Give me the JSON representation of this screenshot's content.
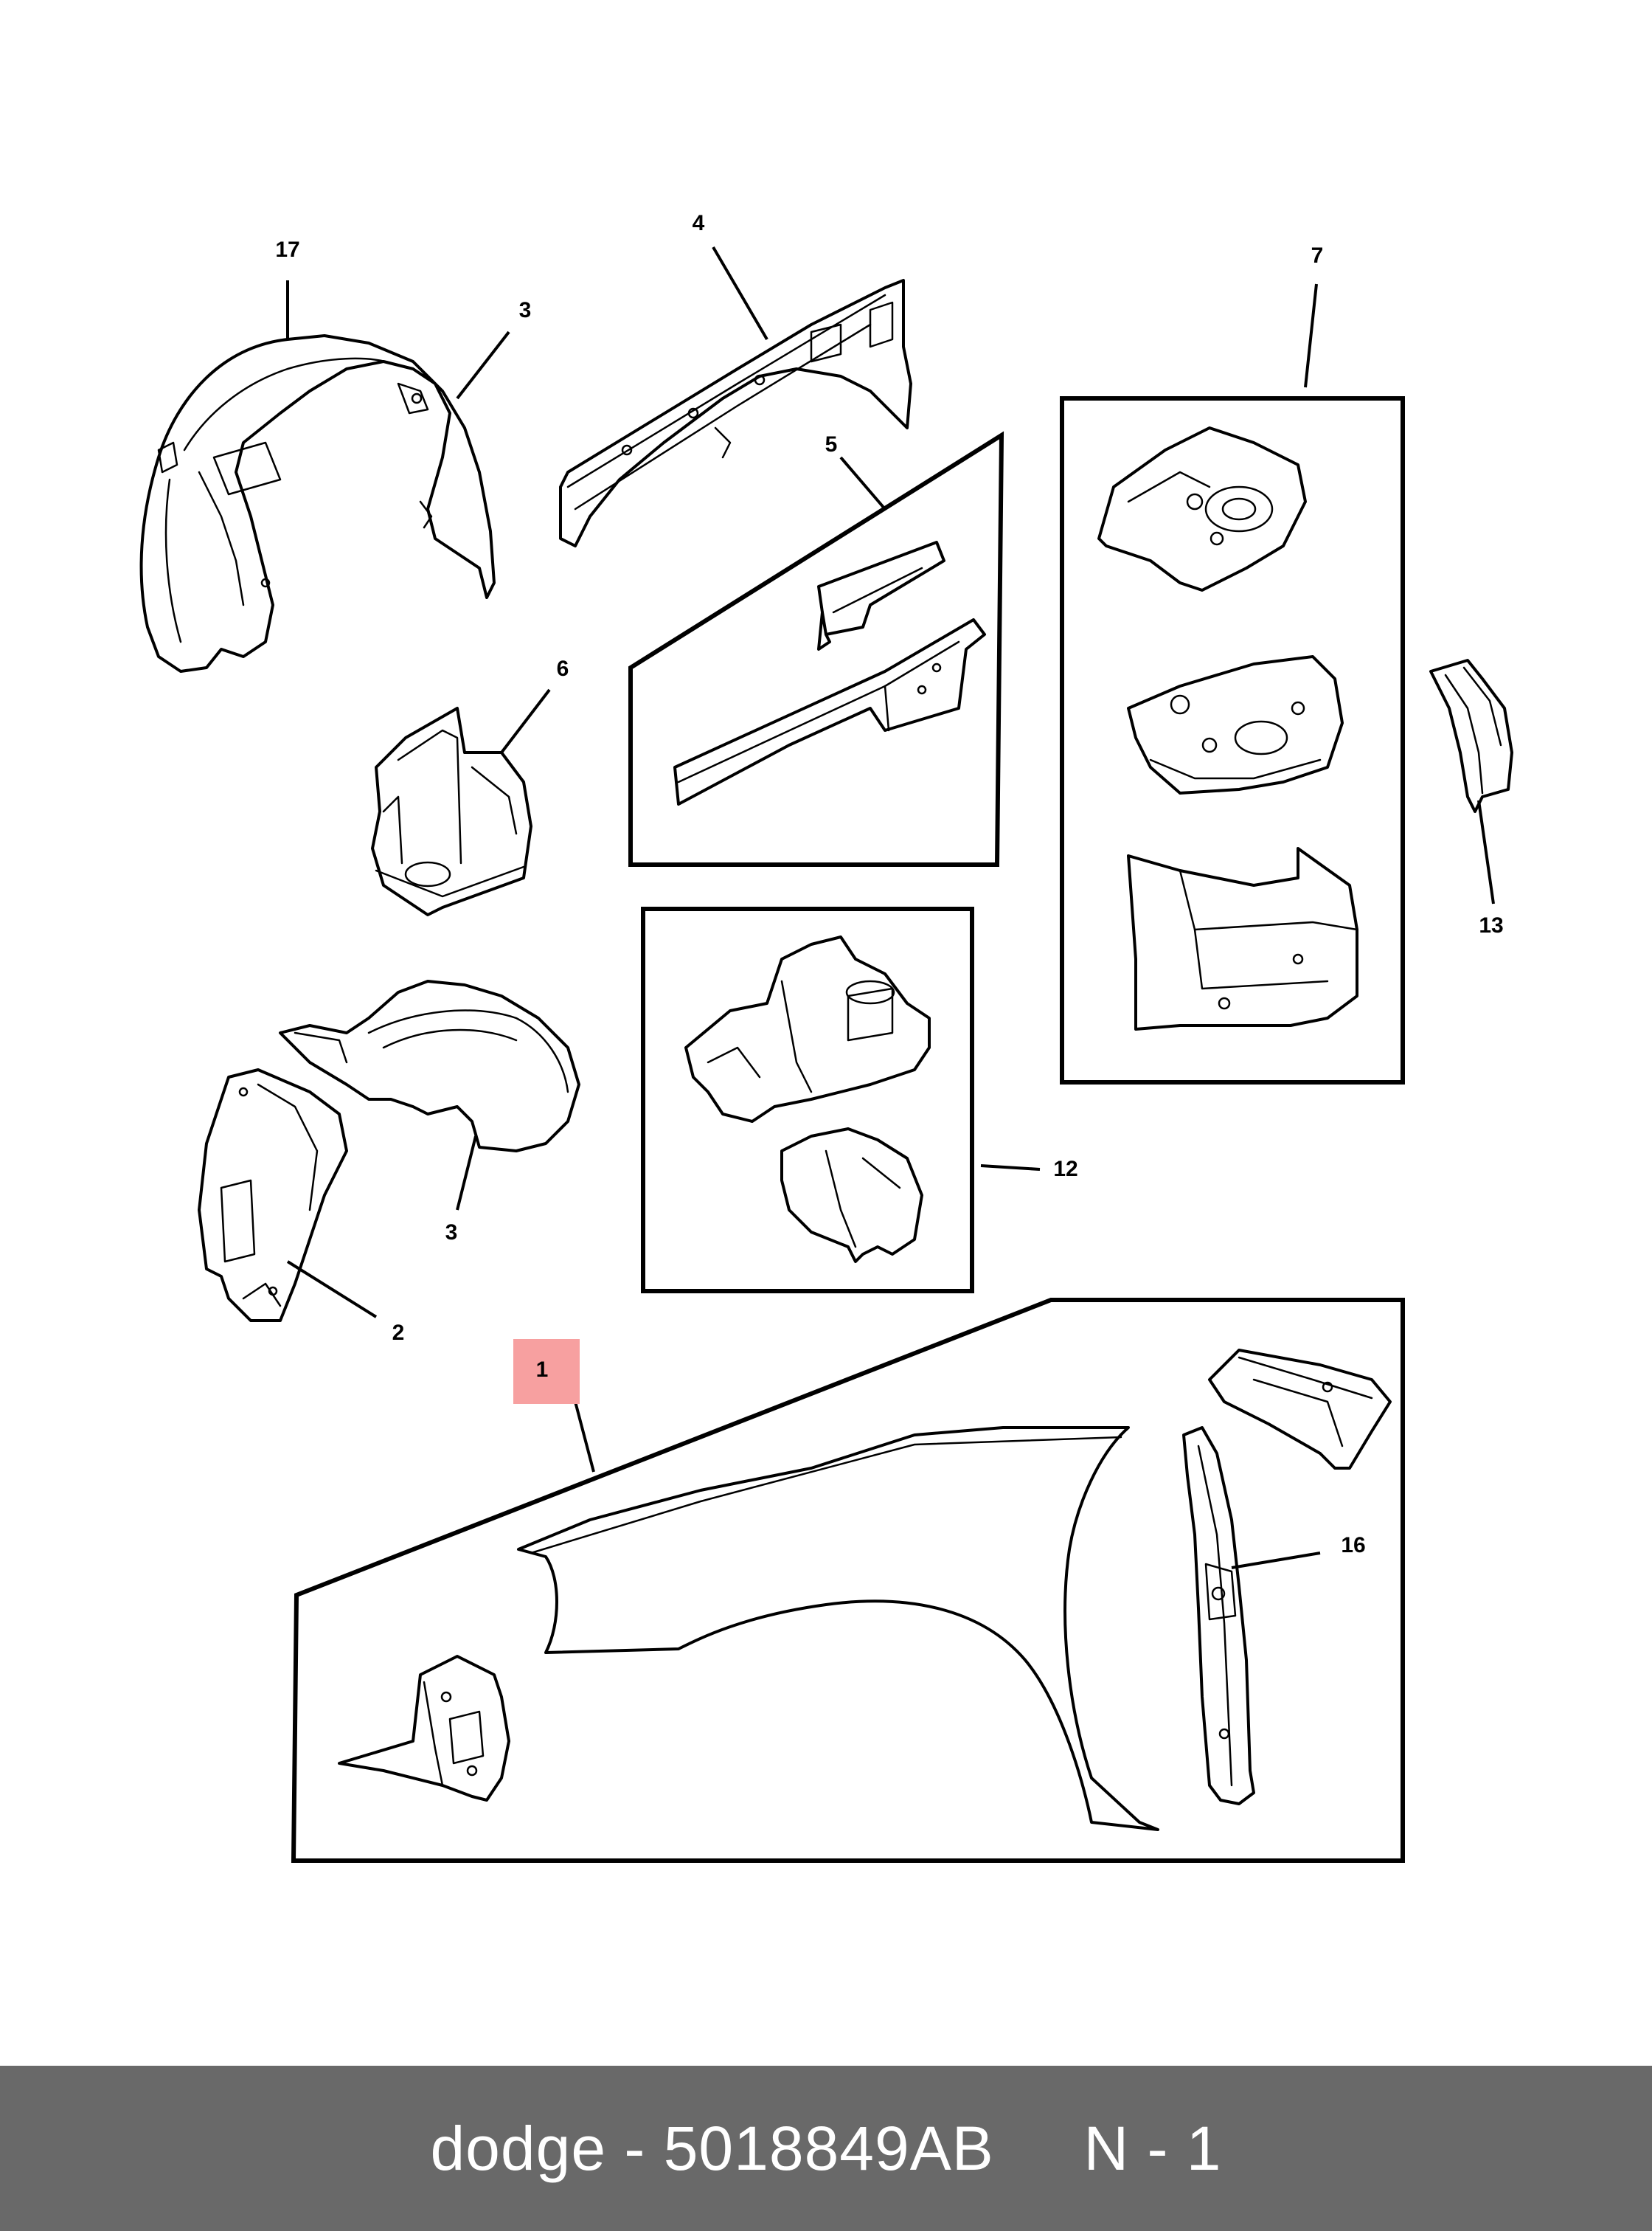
{
  "diagram": {
    "callouts": {
      "c1": "1",
      "c2": "2",
      "c3a": "3",
      "c3b": "3",
      "c4": "4",
      "c5": "5",
      "c6": "6",
      "c7": "7",
      "c12": "12",
      "c13": "13",
      "c16": "16",
      "c17": "17"
    },
    "highlight_color": "#f7a0a0"
  },
  "footer": {
    "brand": "dodge",
    "separator": "-",
    "part_number": "5018849AB",
    "ref": "N - 1",
    "background": "#696969"
  }
}
